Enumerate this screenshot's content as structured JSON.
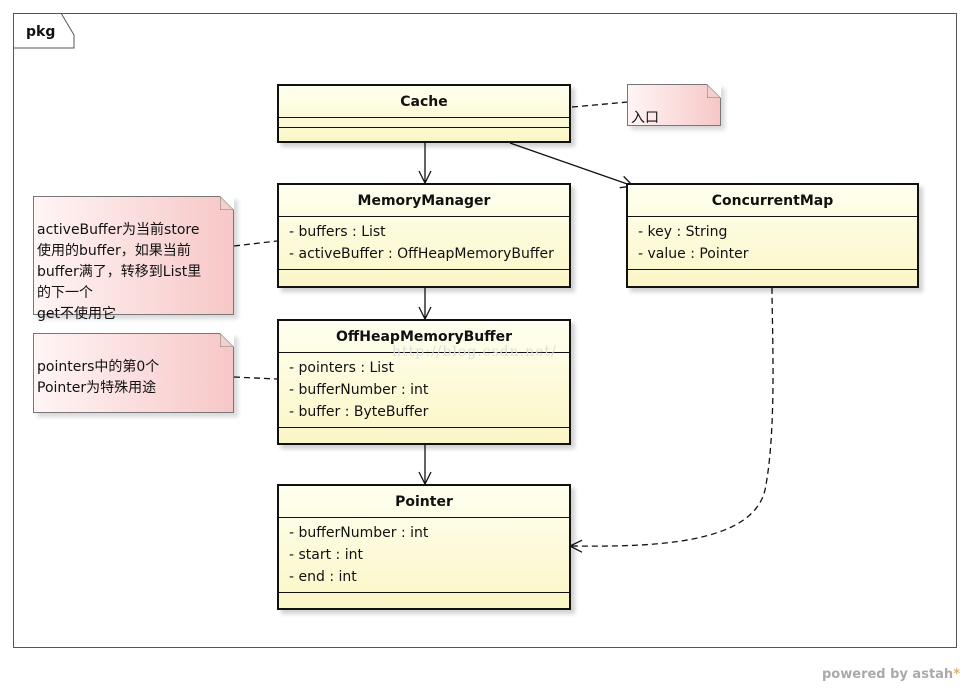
{
  "package": {
    "label": "pkg"
  },
  "classes": {
    "cache": {
      "name": "Cache"
    },
    "memory_manager": {
      "name": "MemoryManager",
      "attributes": [
        "- buffers : List",
        "- activeBuffer : OffHeapMemoryBuffer"
      ]
    },
    "concurrent_map": {
      "name": "ConcurrentMap",
      "attributes": [
        "- key : String",
        "- value : Pointer"
      ]
    },
    "offheap_buffer": {
      "name": "OffHeapMemoryBuffer",
      "attributes": [
        "- pointers : List",
        "- bufferNumber : int",
        "- buffer : ByteBuffer"
      ]
    },
    "pointer": {
      "name": "Pointer",
      "attributes": [
        "- bufferNumber : int",
        "- start : int",
        "- end : int"
      ]
    }
  },
  "notes": {
    "entry": "入口",
    "active_buffer": "activeBuffer为当前store\n使用的buffer，如果当前\nbuffer满了，转移到List里\n的下一个\nget不使用它",
    "pointers": "pointers中的第0个\nPointer为特殊用途"
  },
  "watermark": "http://blog.csdn.net/",
  "footer": {
    "powered_by": "powered by astah",
    "logo": "*"
  }
}
